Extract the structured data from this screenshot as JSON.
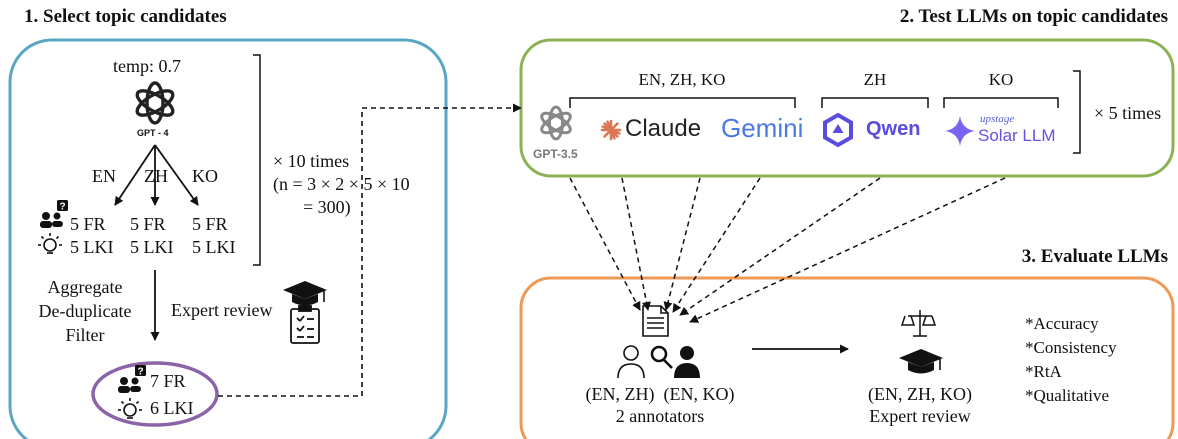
{
  "sections": {
    "select": {
      "title": "1. Select topic candidates"
    },
    "test": {
      "title": "2. Test LLMs on topic candidates"
    },
    "evaluate": {
      "title": "3. Evaluate LLMs"
    }
  },
  "select_panel": {
    "temp": "temp: 0.7",
    "generator_model": "GPT - 4",
    "languages": [
      "EN",
      "ZH",
      "KO"
    ],
    "per_lang": [
      {
        "fr": "5 FR",
        "lki": "5 LKI"
      },
      {
        "fr": "5 FR",
        "lki": "5 LKI"
      },
      {
        "fr": "5 FR",
        "lki": "5 LKI"
      }
    ],
    "repeat": "× 10 times",
    "formula_line1": "(n = 3 × 2 × 5 × 10",
    "formula_line2": "= 300)",
    "process_steps": [
      "Aggregate",
      "De-duplicate",
      "Filter"
    ],
    "expert_review": "Expert review",
    "result": {
      "fr": "7 FR",
      "lki": "6 LKI"
    }
  },
  "test_panel": {
    "group_labels": [
      "EN, ZH, KO",
      "ZH",
      "KO"
    ],
    "models": {
      "gpt35": "GPT-3.5",
      "claude": "Claude",
      "gemini": "Gemini",
      "qwen": "Qwen",
      "upstage": "upstage",
      "solar": "Solar LLM"
    },
    "repeat": "× 5 times"
  },
  "evaluate_panel": {
    "annotator_langs": "(EN, ZH)  (EN, KO)",
    "annotators": "2 annotators",
    "expert_langs": "(EN, ZH, KO)",
    "expert_review": "Expert review",
    "criteria": [
      "*Accuracy",
      "*Consistency",
      "*RtA",
      "*Qualitative"
    ]
  },
  "colors": {
    "select_border": "#5aa7c4",
    "test_border": "#8db255",
    "evaluate_border": "#ec9a55",
    "result_oval": "#8b64a8",
    "claude": "#d97757",
    "gemini": "#4a79e6",
    "qwen": "#5b4ce0",
    "solar": "#6a4ee0"
  }
}
